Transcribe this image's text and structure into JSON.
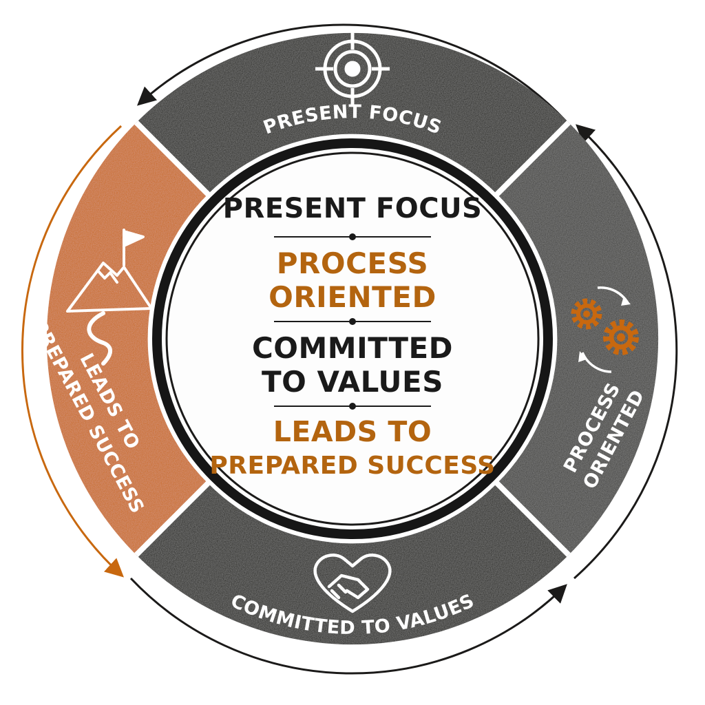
{
  "segments": {
    "top": {
      "label": "PRESENT FOCUS",
      "icon": "target-icon"
    },
    "right": {
      "label_line1": "PROCESS",
      "label_line2": "ORIENTED",
      "icon": "gears-cycle-icon"
    },
    "bottom": {
      "label": "COMMITTED TO VALUES",
      "icon": "heart-handshake-icon"
    },
    "left": {
      "label_line1": "LEADS TO",
      "label_line2": "PREPARED SUCCESS",
      "icon": "mountain-flag-path-icon"
    }
  },
  "center": {
    "item1": "PRESENT FOCUS",
    "item2_line1": "PROCESS",
    "item2_line2": "ORIENTED",
    "item3_line1": "COMMITTED",
    "item3_line2": "TO VALUES",
    "item4_line1": "LEADS TO",
    "item4_line2": "PREPARED SUCCESS"
  },
  "colors": {
    "black": "#1b1a19",
    "charcoal": "#3a3a39",
    "orange": "#c8680f",
    "center_text_dark": "#1a1a1a",
    "center_text_orange": "#b3640f"
  }
}
